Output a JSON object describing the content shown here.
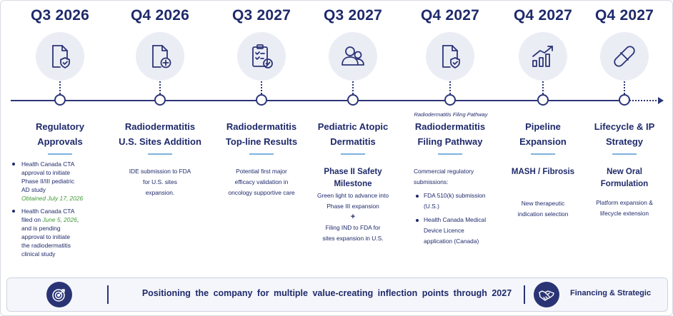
{
  "milestones": [
    {
      "quarter": "Q3 2026",
      "icon": "document-shield-icon",
      "title_lines": [
        "Regulatory",
        "Approvals"
      ]
    },
    {
      "quarter": "Q4 2026",
      "icon": "document-plus-icon",
      "title_lines": [
        "Radiodermatitis",
        "U.S. Sites Addition"
      ],
      "desc_lines": [
        "IDE submission to FDA",
        "for U.S. sites",
        "expansion."
      ]
    },
    {
      "quarter": "Q3 2027",
      "icon": "clipboard-check-icon",
      "title_lines": [
        "Radiodermatitis",
        "Top-line Results"
      ],
      "desc_lines": [
        "Potential first major",
        "efficacy validation in",
        "oncology supportive care"
      ]
    },
    {
      "quarter": "Q3 2027",
      "icon": "people-icon",
      "title_lines": [
        "Pediatric Atopic",
        "Dermatitis"
      ],
      "subhead_lines": [
        "Phase II Safety",
        "Milestone"
      ],
      "desc_lines": [
        "Green light to advance into",
        "Phase III expansion"
      ],
      "plus": "+",
      "desc2_lines": [
        "Filing IND to FDA for",
        "sites expansion in U.S."
      ]
    },
    {
      "quarter": "Q4 2027",
      "icon": "document-shield-icon",
      "label_above": "Radiodermatitis Filing Pathway",
      "title_lines": [
        "Radiodermatitis",
        "Filing Pathway"
      ],
      "intro_lines": [
        "Commercial regulatory",
        "submissions:"
      ],
      "bullets": [
        [
          "FDA 510(k) submission",
          "(U.S.)"
        ],
        [
          "Health Canada Medical",
          "Device Licence",
          "application (Canada)"
        ]
      ]
    },
    {
      "quarter": "Q4 2027",
      "icon": "growth-chart-icon",
      "title_lines": [
        "Pipeline",
        "Expansion"
      ],
      "subhead_lines": [
        "MASH / Fibrosis"
      ],
      "desc_lines": [
        "New therapeutic",
        "indication selection"
      ]
    },
    {
      "quarter": "Q4 2027",
      "icon": "capsule-icon",
      "title_lines": [
        "Lifecycle & IP",
        "Strategy"
      ],
      "subhead_lines": [
        "New Oral",
        "Formulation"
      ],
      "desc_lines": [
        "Platform expansion &",
        "lifecycle extension"
      ]
    }
  ],
  "regulatory_bullets": [
    {
      "lines": [
        "Health Canada CTA",
        "approval to initiate",
        "Phase II/III pediatric",
        "AD study"
      ],
      "green_note": "Obtained July 17, 2026"
    },
    {
      "line1": "Health Canada CTA",
      "line2_prefix": "filed on ",
      "line2_green": "June 5, 2026",
      "line2_suffix": ",",
      "rest": [
        "and is pending",
        "approval to initiate",
        "the radiodermatitis",
        "clinical study"
      ]
    }
  ],
  "footer": {
    "statement": "Positioning the company for multiple value-creating inflection points through 2027",
    "right_label": "Financing & Strategic",
    "left_icon": "target-icon",
    "right_icon": "handshake-icon"
  },
  "colors": {
    "navy": "#1f2a6b",
    "icon_bg": "#ebedf5",
    "accent_line": "#7fb2e0",
    "green_note": "#3f9a36",
    "footer_bg": "#f5f6fb"
  }
}
